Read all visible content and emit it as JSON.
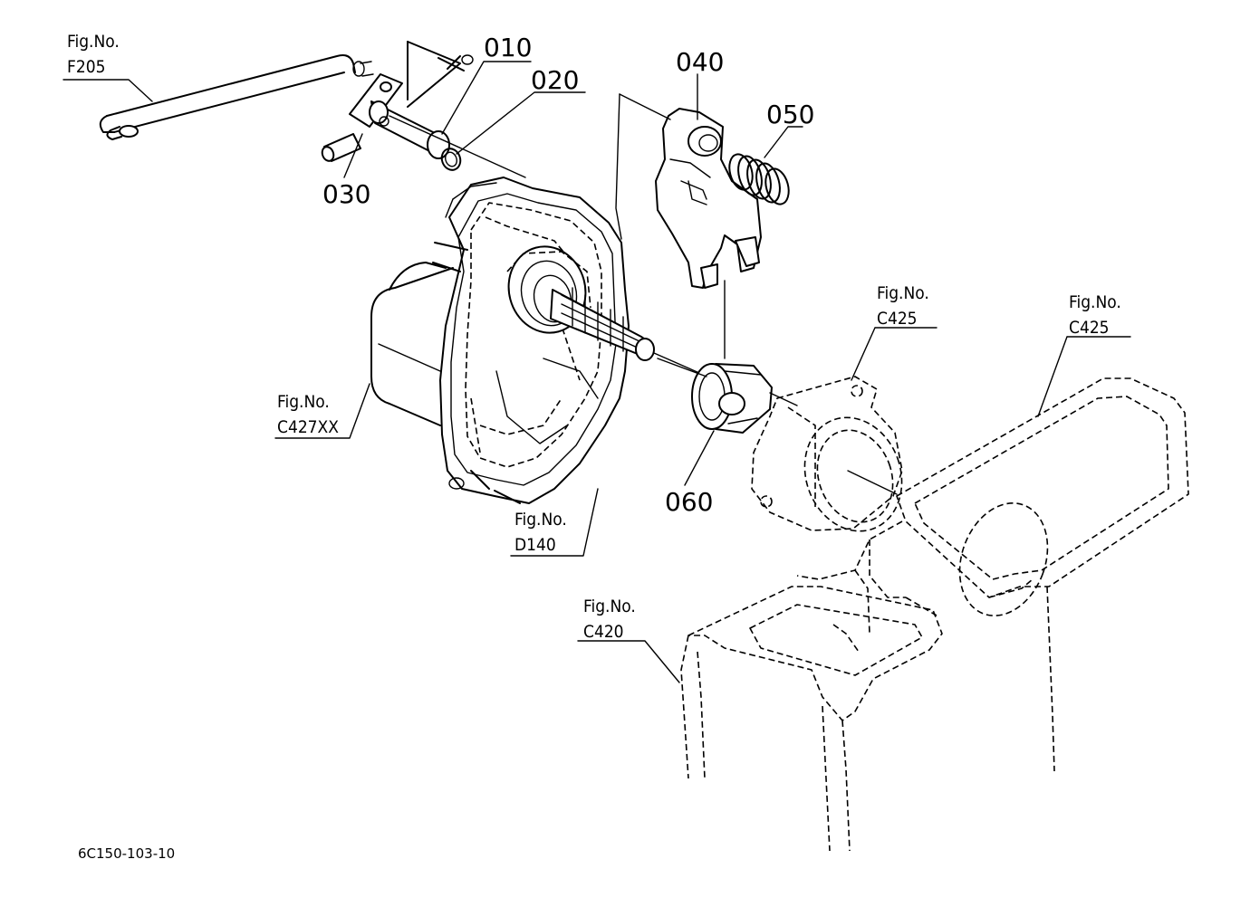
{
  "diagram": {
    "part_numbers": {
      "p010": "010",
      "p020": "020",
      "p030": "030",
      "p040": "040",
      "p050": "050",
      "p060": "060"
    },
    "figure_refs": {
      "f205": {
        "label": "Fig.No.",
        "code": "F205"
      },
      "c427xx": {
        "label": "Fig.No.",
        "code": "C427XX"
      },
      "d140": {
        "label": "Fig.No.",
        "code": "D140"
      },
      "c425_a": {
        "label": "Fig.No.",
        "code": "C425"
      },
      "c425_b": {
        "label": "Fig.No.",
        "code": "C425"
      },
      "c420": {
        "label": "Fig.No.",
        "code": "C420"
      }
    },
    "drawing_code": "6C150-103-10"
  }
}
